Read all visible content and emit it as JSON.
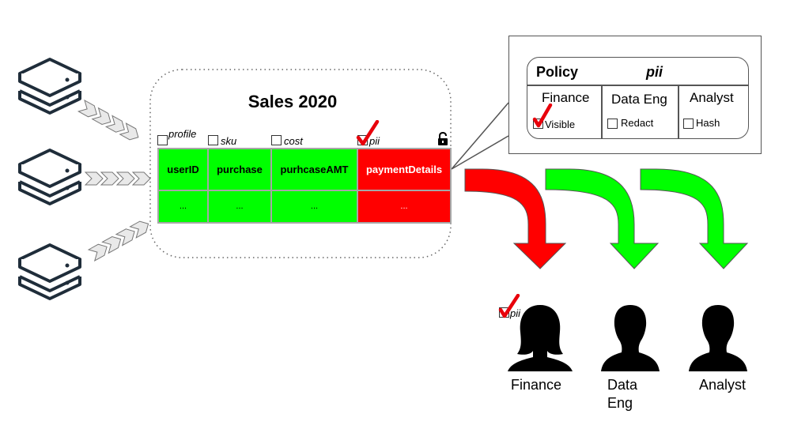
{
  "table": {
    "title": "Sales 2020",
    "tags": [
      {
        "label": "profile",
        "checked": false
      },
      {
        "label": "sku",
        "checked": false
      },
      {
        "label": "cost",
        "checked": false
      },
      {
        "label": "pii",
        "checked": true
      }
    ],
    "columns": [
      "userID",
      "purchase",
      "purhcaseAMT",
      "paymentDetails"
    ],
    "row_values": [
      "...",
      "...",
      "...",
      "..."
    ],
    "lock_icon": "lock-icon"
  },
  "policy": {
    "header_left": "Policy",
    "header_right": "pii",
    "columns": [
      {
        "name": "Finance",
        "option": "Visible",
        "checked": true
      },
      {
        "name": "Data Eng",
        "option": "Redact",
        "checked": false
      },
      {
        "name": "Analyst",
        "option": "Hash",
        "checked": false
      }
    ]
  },
  "people": [
    {
      "label": "Finance",
      "tag": "pii",
      "tag_checked": true
    },
    {
      "label": "Data Eng"
    },
    {
      "label": "Analyst"
    }
  ],
  "colors": {
    "visible": "#00ff00",
    "restricted": "#ff0000",
    "check": "#e8000b",
    "server_stroke": "#1f2d3a"
  }
}
